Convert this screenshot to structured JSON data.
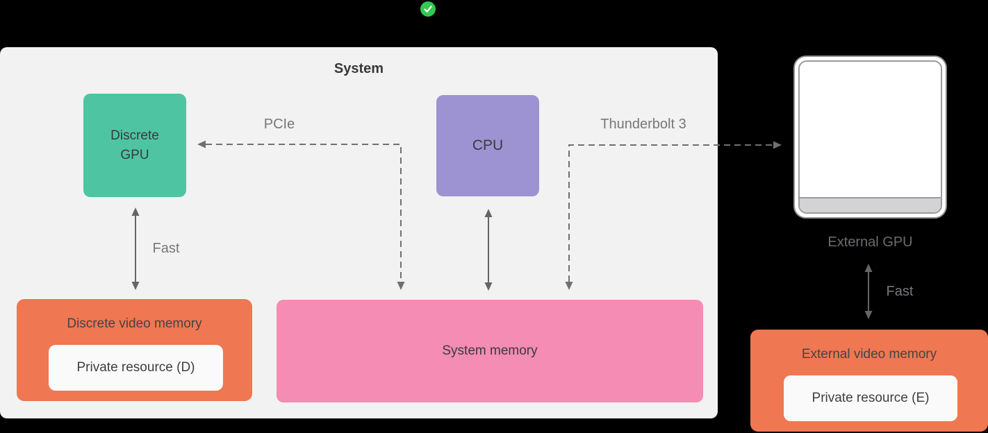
{
  "status_icon": {
    "name": "checkmark-badge",
    "color": "#32c94f",
    "check_color": "#ffffff"
  },
  "system_panel": {
    "title": "System",
    "nodes": {
      "discrete_gpu": {
        "label": "Discrete GPU",
        "color": "#4fc4a2"
      },
      "cpu": {
        "label": "CPU",
        "color": "#9d93d2"
      },
      "system_memory": {
        "label": "System memory",
        "color": "#f48cb3"
      },
      "discrete_video_memory": {
        "label": "Discrete video memory",
        "color": "#ef7751",
        "resource": "Private resource (D)"
      }
    },
    "links": {
      "pcie_label": "PCIe",
      "fast_label": "Fast"
    }
  },
  "external": {
    "thunderbolt_label": "Thunderbolt 3",
    "gpu_label": "External GPU",
    "fast_label": "Fast",
    "video_memory": {
      "label": "External video memory",
      "color": "#ef7751",
      "resource": "Private resource (E)"
    }
  },
  "colors": {
    "background": "#000000",
    "panel_background": "#f2f2f2",
    "resource_background": "#fafafa",
    "solid_arrow": "#656569",
    "dashed_arrow": "#6f6f74",
    "label_text": "#77777c",
    "node_text": "#3a3a3c"
  }
}
